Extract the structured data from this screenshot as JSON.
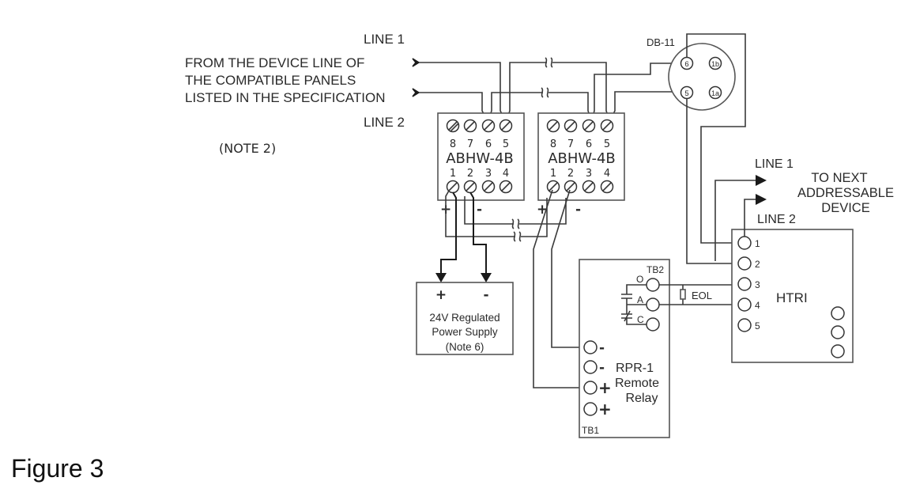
{
  "figure": {
    "caption": "Figure 3",
    "source": {
      "line1_label": "LINE 1",
      "line2_label": "LINE 2",
      "description": [
        "FROM THE DEVICE LINE OF",
        "THE COMPATIBLE PANELS",
        "LISTED IN THE SPECIFICATION"
      ],
      "note": "(NOTE 2)"
    },
    "modules": [
      {
        "name": "ABHW-4B",
        "top_terminals": [
          "8",
          "7",
          "6",
          "5"
        ],
        "bottom_terminals": [
          "1",
          "2",
          "3",
          "4"
        ],
        "plus": "+",
        "minus": "-"
      },
      {
        "name": "ABHW-4B",
        "top_terminals": [
          "8",
          "7",
          "6",
          "5"
        ],
        "bottom_terminals": [
          "1",
          "2",
          "3",
          "4"
        ],
        "plus": "+",
        "minus": "-"
      }
    ],
    "connector": {
      "name": "DB-11",
      "pins": [
        "6",
        "1b",
        "5",
        "1a"
      ]
    },
    "power_supply": {
      "plus": "+",
      "minus": "-",
      "lines": [
        "24V Regulated",
        "Power Supply",
        "(Note 6)"
      ]
    },
    "relay": {
      "tb2_label": "TB2",
      "tb2_terminals": [
        "O",
        "A",
        "C"
      ],
      "tb1_label": "TB1",
      "tb1_terminals": [
        "-",
        "-",
        "+",
        "+"
      ],
      "lines": [
        "RPR-1",
        "Remote",
        "Relay"
      ]
    },
    "eol_label": "EOL",
    "htri": {
      "name": "HTRI",
      "terminals": [
        "1",
        "2",
        "3",
        "4",
        "5"
      ]
    },
    "next_device": {
      "line1_label": "LINE 1",
      "line2_label": "LINE 2",
      "lines": [
        "TO NEXT",
        "ADDRESSABLE",
        "DEVICE"
      ]
    }
  }
}
